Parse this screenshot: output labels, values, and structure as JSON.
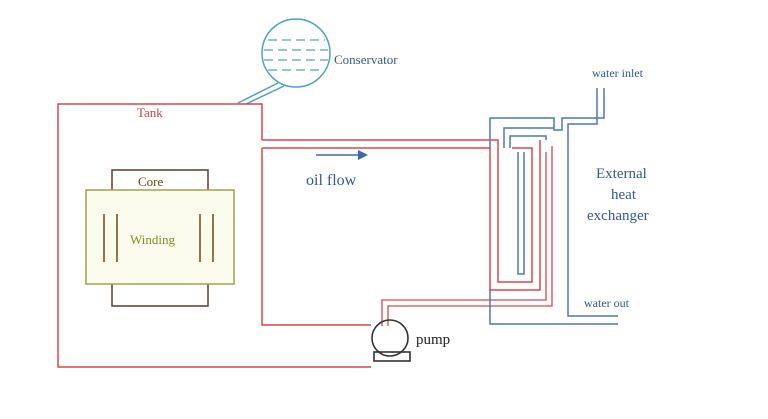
{
  "labels": {
    "tank": "Tank",
    "core": "Core",
    "winding": "Winding",
    "conservator": "Conservator",
    "oil_flow": "oil flow",
    "pump": "pump",
    "water_inlet": "water inlet",
    "water_out": "water out",
    "heat_exchanger_line1": "External",
    "heat_exchanger_line2": "heat",
    "heat_exchanger_line3": "exchanger"
  },
  "colors": {
    "oil_pipe": "#d9464f",
    "water_pipe": "#4a78b8",
    "conservator": "#4f9fd0",
    "core": "#5a3a2e",
    "winding": "#a3a34a",
    "pump": "#333333"
  }
}
